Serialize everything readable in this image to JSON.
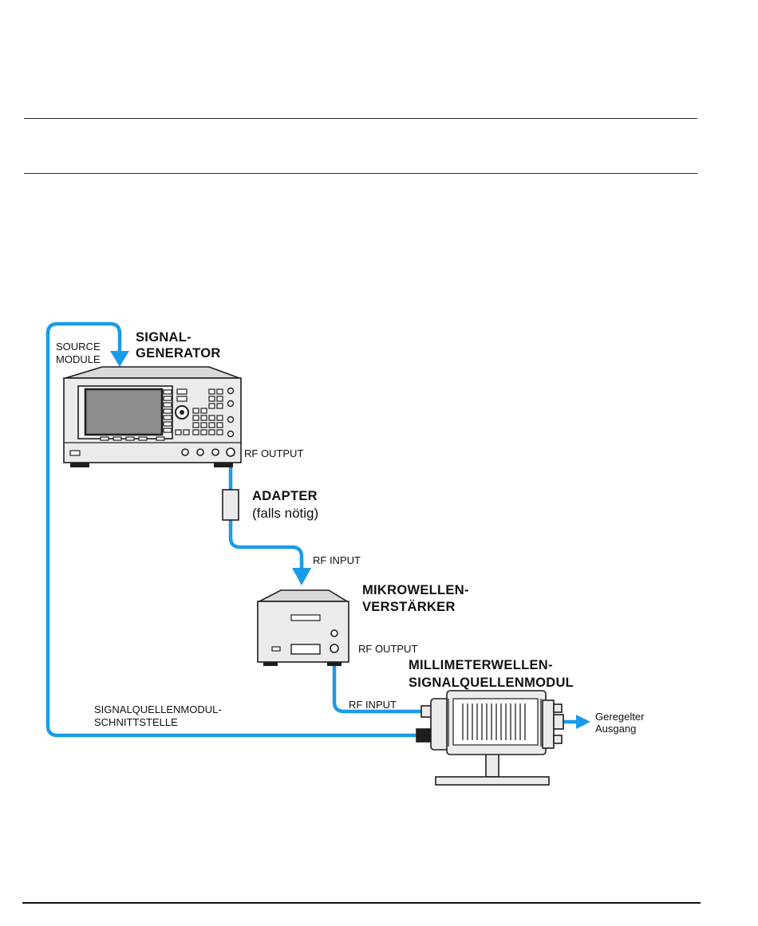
{
  "labels": {
    "source_module_1": "SOURCE",
    "source_module_2": "MODULE",
    "signal_gen_1": "SIGNAL-",
    "signal_gen_2": "GENERATOR",
    "sg_rf_output": "RF OUTPUT",
    "adapter": "ADAPTER",
    "adapter_note": "(falls nötig)",
    "amp_rf_input": "RF INPUT",
    "amp_title_1": "MIKROWELLEN-",
    "amp_title_2": "VERSTÄRKER",
    "amp_rf_output": "RF OUTPUT",
    "mm_title_1": "MILLIMETERWELLEN-",
    "mm_title_2": "SIGNALQUELLENMODUL",
    "mm_rf_input": "RF INPUT",
    "interface_1": "SIGNALQUELLENMODUL-",
    "interface_2": "SCHNITTSTELLE",
    "output_1": "Geregelter",
    "output_2": "Ausgang"
  },
  "colors": {
    "cable": "#1a9be8",
    "device_fill": "#ebebeb",
    "device_dark": "#1e1e1e",
    "screen": "#8c8c8c"
  }
}
